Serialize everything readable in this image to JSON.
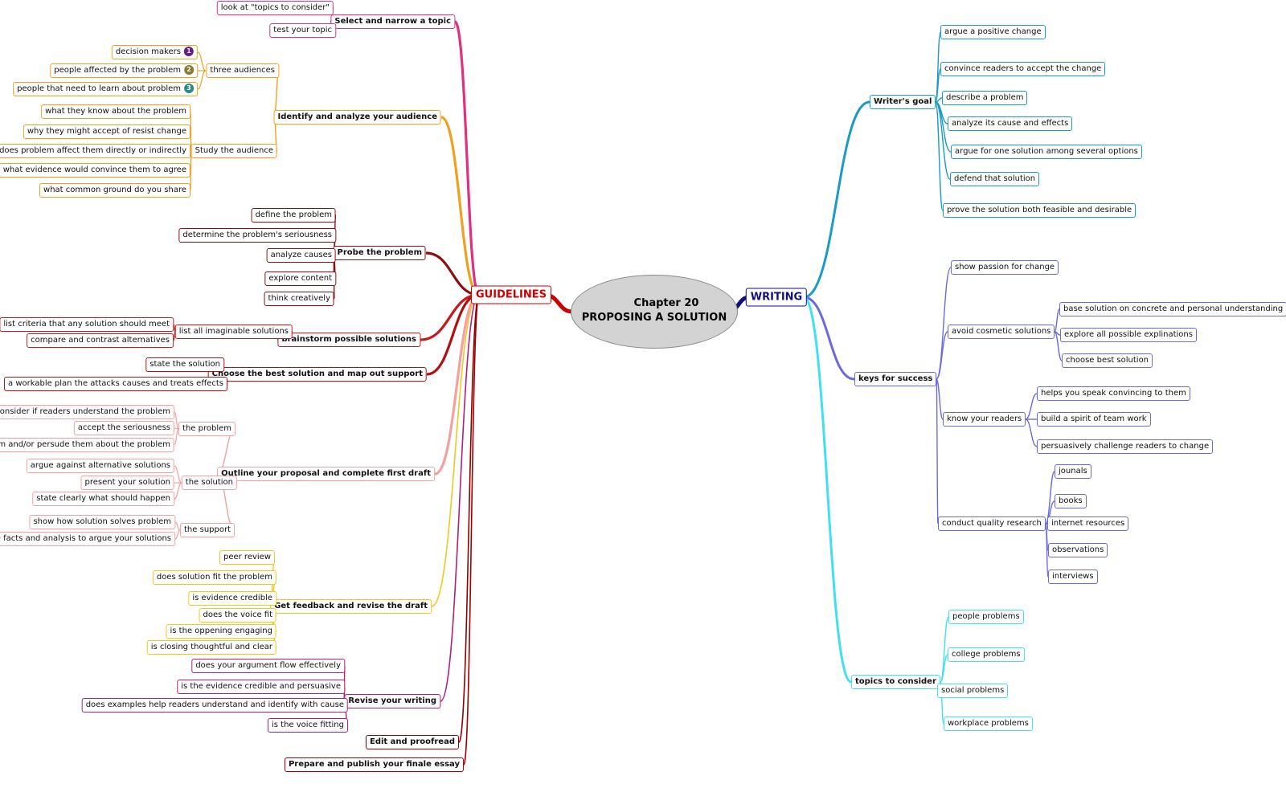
{
  "central": {
    "line1": "Chapter 20",
    "line2": "PROPOSING A SOLUTION"
  },
  "guidelines": {
    "label": "GUIDELINES",
    "color": "#cc0000",
    "branches": [
      {
        "label": "Select and narrow a topic",
        "color": "#e0307e",
        "children": [
          {
            "label": "look at \"topics to consider\""
          },
          {
            "label": "test your topic"
          }
        ]
      },
      {
        "label": "Identify and analyze your audience",
        "color": "#f0a020",
        "children": [
          {
            "label": "three audiences",
            "children": [
              {
                "label": "decision makers",
                "badge": "1",
                "badge_color": "#6a1b8a"
              },
              {
                "label": "people affected by the problem",
                "badge": "2",
                "badge_color": "#8a7a30"
              },
              {
                "label": "people that need to learn about problem",
                "badge": "3",
                "badge_color": "#2a8a8a"
              }
            ]
          },
          {
            "label": "Study the audience",
            "children": [
              {
                "label": "what they know about the problem"
              },
              {
                "label": "why they might accept of resist change"
              },
              {
                "label": "does problem affect them directly or indirectly"
              },
              {
                "label": "what evidence would convince them to agree"
              },
              {
                "label": "what common ground do you share"
              }
            ]
          }
        ]
      },
      {
        "label": "Probe the problem",
        "color": "#8b1010",
        "children": [
          {
            "label": "define the problem"
          },
          {
            "label": "determine the problem's seriousness"
          },
          {
            "label": "analyze causes"
          },
          {
            "label": "explore content"
          },
          {
            "label": "think creatively"
          }
        ]
      },
      {
        "label": "brainstorm possible solutions",
        "color": "#c81818",
        "children": [
          {
            "label": "list all imaginable solutions",
            "children": [
              {
                "label": "list criteria that any solution should meet"
              },
              {
                "label": "compare and contrast alternatives"
              }
            ]
          }
        ]
      },
      {
        "label": "Choose the best solution and map out support",
        "color": "#b01010",
        "children": [
          {
            "label": "state the solution"
          },
          {
            "label": "a workable plan the attacks causes and treats effects"
          }
        ]
      },
      {
        "label": "Outline your proposal and complete first draft",
        "color": "#f4a0a0",
        "children": [
          {
            "label": "the problem",
            "children": [
              {
                "label": "consider if readers understand the problem"
              },
              {
                "label": "accept the seriousness"
              },
              {
                "label": "inform and/or persude them about the problem"
              }
            ]
          },
          {
            "label": "the solution",
            "children": [
              {
                "label": "argue against alternative solutions"
              },
              {
                "label": "present your solution"
              },
              {
                "label": "state clearly what should happen"
              }
            ]
          },
          {
            "label": "the support",
            "children": [
              {
                "label": "show how solution solves problem"
              },
              {
                "label": "use facts and analysis to argue your solutions"
              }
            ]
          }
        ]
      },
      {
        "label": "Get feedback and revise the draft",
        "color": "#f0c820",
        "children": [
          {
            "label": "peer review"
          },
          {
            "label": "does solution fit the problem"
          },
          {
            "label": "is evidence credible"
          },
          {
            "label": "does the voice fit"
          },
          {
            "label": "is the oppening engaging"
          },
          {
            "label": "is closing thoughtful and clear"
          }
        ]
      },
      {
        "label": "Revise your writing",
        "color": "#b0207a",
        "children": [
          {
            "label": "does your argument flow effectively"
          },
          {
            "label": "is the evidence credible and persuasive"
          },
          {
            "label": "does examples help readers understand and identify with cause"
          },
          {
            "label": "is the voice fitting"
          }
        ]
      },
      {
        "label": "Edit and proofread",
        "color": "#900000",
        "children": []
      },
      {
        "label": "Prepare and publish your finale essay",
        "color": "#a00000",
        "children": []
      }
    ]
  },
  "writing": {
    "label": "WRITING",
    "color": "#101080",
    "branches": [
      {
        "label": "Writer's goal",
        "color": "#1a9ac8",
        "children": [
          {
            "label": "argue a positive change"
          },
          {
            "label": "convince readers to accept the change"
          },
          {
            "label": "describe a problem"
          },
          {
            "label": "analyze its cause and effects"
          },
          {
            "label": "argue for one solution among several options"
          },
          {
            "label": "defend that solution"
          },
          {
            "label": "prove the solution both feasible and desirable"
          }
        ]
      },
      {
        "label": "keys for success",
        "color": "#6a6ae0",
        "children": [
          {
            "label": "show passion for change"
          },
          {
            "label": "avoid cosmetic solutions",
            "children": [
              {
                "label": "base solution on concrete and personal understanding"
              },
              {
                "label": "explore all possible explinations"
              },
              {
                "label": "choose best solution"
              }
            ]
          },
          {
            "label": "know your readers",
            "children": [
              {
                "label": "helps you speak convincing to them"
              },
              {
                "label": "build a spirit of team work"
              },
              {
                "label": "persuasively challenge readers to change"
              }
            ]
          },
          {
            "label": "conduct quality research",
            "children": [
              {
                "label": "jounals"
              },
              {
                "label": "books"
              },
              {
                "label": "internet resources"
              },
              {
                "label": "observations"
              },
              {
                "label": "interviews"
              }
            ]
          }
        ]
      },
      {
        "label": "topics to consider",
        "color": "#40e0f0",
        "children": [
          {
            "label": "people problems"
          },
          {
            "label": "college problems"
          },
          {
            "label": "social problems"
          },
          {
            "label": "workplace problems"
          }
        ]
      }
    ]
  }
}
